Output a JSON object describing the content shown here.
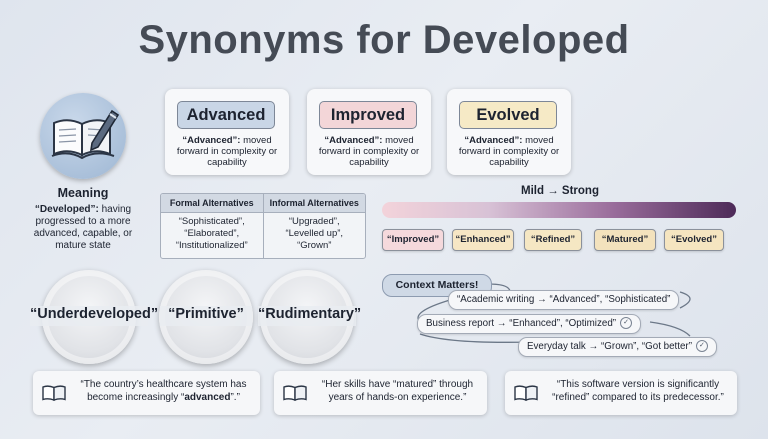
{
  "title": "Synonyms for Developed",
  "meaning": {
    "title": "Meaning",
    "term": "“Developed”:",
    "definition": "having progressed to a more advanced, capable, or mature state"
  },
  "cards": [
    {
      "label": "Advanced",
      "desc_term": "“Advanced”:",
      "desc": "moved forward in complexity or capability",
      "color": "#c9d6e6"
    },
    {
      "label": "Improved",
      "desc_term": "“Advanced”:",
      "desc": "moved forward in complexity or capability",
      "color": "#f3d6d8"
    },
    {
      "label": "Evolved",
      "desc_term": "“Advanced”:",
      "desc": "moved forward in complexity or capability",
      "color": "#f6eac6"
    }
  ],
  "table": {
    "formal_header": "Formal Alternatives",
    "informal_header": "Informal Alternatives",
    "formal": [
      "“Sophisticated”,",
      "“Elaborated”,",
      "“Institutionalized”"
    ],
    "informal": [
      "“Upgraded”,",
      "“Levelled up”,",
      "“Grown”"
    ]
  },
  "scale": {
    "title": "Mild → Strong",
    "chips": [
      {
        "label": "“Improved”",
        "color": "#f5d9dc"
      },
      {
        "label": "“Enhanced”",
        "color": "#f6e6c4"
      },
      {
        "label": "“Refined”",
        "color": "#f5e7c3"
      },
      {
        "label": "“Matured”",
        "color": "#f3e2bd"
      },
      {
        "label": "“Evolved”",
        "color": "#f5e5c0"
      }
    ]
  },
  "antonyms": [
    "“Underdeveloped”",
    "“Primitive”",
    "“Rudimentary”"
  ],
  "context": {
    "title": "Context Matters!",
    "items": [
      "“Academic writing → “Advanced”, “Sophisticated”",
      "Business report → “Enhanced”, “Optimized”",
      "Everyday talk → “Grown”, “Got better”"
    ]
  },
  "examples": [
    {
      "pre": "“The country’s healthcare system has become increasingly “",
      "term": "advanced",
      "post": "”.”"
    },
    {
      "pre": "“Her skills have “matured” through years of hands-on experience.”",
      "term": "",
      "post": ""
    },
    {
      "pre": "“This software version is significantly “refined” compared to its predecessor.”",
      "term": "",
      "post": ""
    }
  ]
}
